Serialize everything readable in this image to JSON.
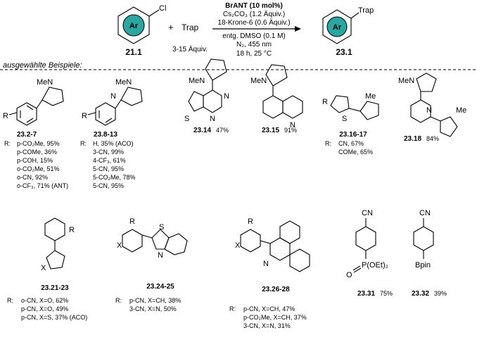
{
  "scheme": {
    "reactant_atom": "Cl",
    "reactant_badge": "Ar",
    "reactant_label": "21.1",
    "plus": "+",
    "trap": "Trap",
    "trap_equiv": "3-15 Äquiv.",
    "cond_catalyst": "BrANT (10 mol%)",
    "cond_base": "Cs₂CO₃ (1.2 Äquiv.)",
    "cond_crown": "18-Krone-6 (0.6 Äquiv.)",
    "cond_solvent": "entg. DMSO (0.1 M)",
    "cond_light": "N₂, 455 nm",
    "cond_time": "18 h, 25 °C",
    "product_badge": "Ar",
    "product_trap": "Trap",
    "product_label": "23.1",
    "badge_color": "#2aa7a0"
  },
  "examples_heading": "ausgewählte Beispiele:",
  "atoms": {
    "MeN": "MeN",
    "N": "N",
    "Me": "Me",
    "R": "R",
    "S": "S",
    "X": "X",
    "CN": "CN",
    "Bpin": "Bpin",
    "P": "P(OEt)₂",
    "O": "O",
    "R_colon": "R:"
  },
  "row1": {
    "c1": {
      "label": "23.2-7",
      "subs": [
        "p-CO₂Me, 95%",
        "p-COMe, 36%",
        "p-COH, 15%",
        "o-CO₂Me, 51%",
        "o-CN, 92%",
        "o-CF₃, 71% (ANT)"
      ]
    },
    "c2": {
      "label": "23.8-13",
      "subs": [
        "H, 35% (ACO)",
        "3-CN, 99%",
        "4-CF₃, 61%",
        "5-CN, 95%",
        "5-CO₂Me, 78%",
        "5-CN, 95%"
      ]
    },
    "c3": {
      "label": "23.14",
      "yield": "47%"
    },
    "c4": {
      "label": "23.15",
      "yield": "91%"
    },
    "c5": {
      "label": "23.16-17",
      "subs": [
        "CN, 67%",
        "COMe, 65%"
      ]
    },
    "c6": {
      "label": "23.18",
      "yield": "84%"
    }
  },
  "row2": {
    "c1": {
      "label": "23.21-23",
      "subs": [
        "o-CN, X=O, 62%",
        "p-CN, X=O, 49%",
        "p-CN, X=S, 37% (ACO)"
      ]
    },
    "c2": {
      "label": "23.24-25",
      "subs": [
        "p-CN, X=CH, 38%",
        "3-CN, X=N, 50%"
      ]
    },
    "c3": {
      "label": "23.26-28",
      "subs": [
        "p-CN, X=CH, 47%",
        "p-CO₂Me, X=CH, 37%",
        "3-CN, X=N, 31%"
      ]
    },
    "c4": {
      "label": "23.31",
      "yield": "75%"
    },
    "c5": {
      "label": "23.32",
      "yield": "39%"
    }
  }
}
